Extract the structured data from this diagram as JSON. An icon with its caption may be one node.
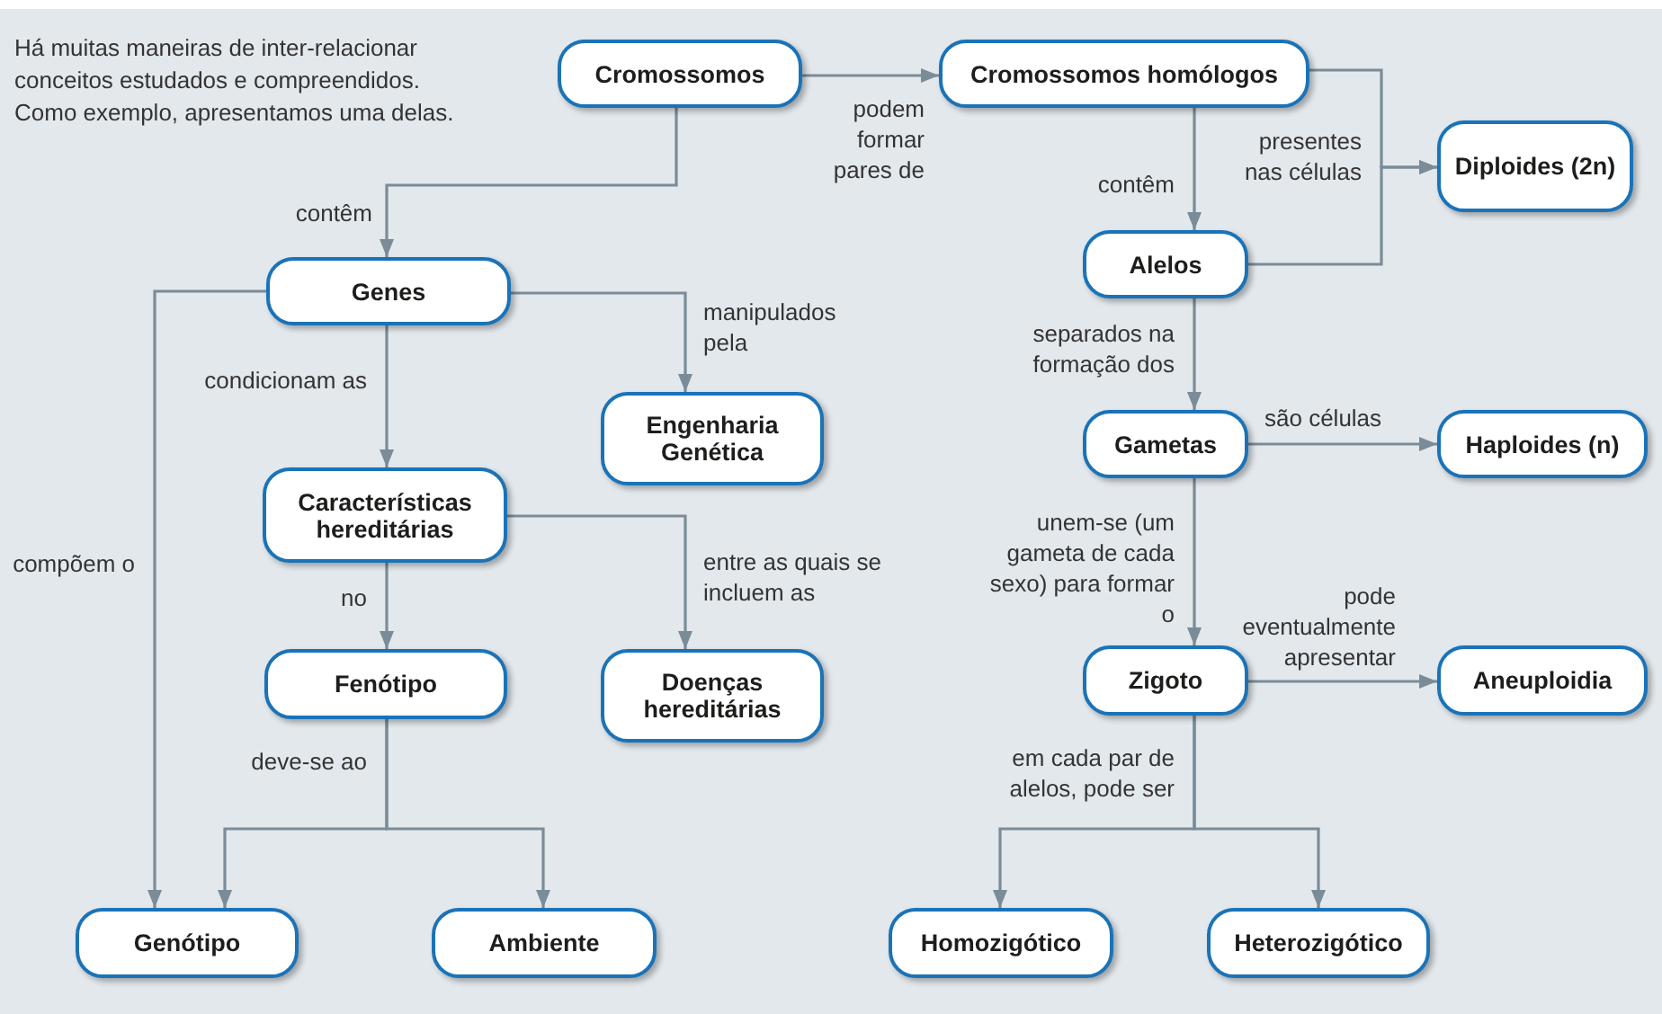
{
  "diagram": {
    "nodes": [
      {
        "text": [
          "Cromossomos"
        ]
      },
      {
        "text": [
          "Cromossomos homólogos"
        ]
      },
      {
        "text": [
          "Diploides (2n)"
        ]
      },
      {
        "text": [
          "Alelos"
        ]
      },
      {
        "text": [
          "Genes"
        ]
      },
      {
        "text": [
          "Engenharia Genética"
        ]
      },
      {
        "text": [
          "Gametas"
        ]
      },
      {
        "text": [
          "Haploides (n)"
        ]
      },
      {
        "text": [
          "Características hereditárias"
        ]
      },
      {
        "text": [
          "Fenótipo"
        ]
      },
      {
        "text": [
          "Doenças hereditárias"
        ]
      },
      {
        "text": [
          "Zigoto"
        ]
      },
      {
        "text": [
          "Aneuploidia"
        ]
      },
      {
        "text": [
          "Genótipo"
        ]
      },
      {
        "text": [
          "Ambiente"
        ]
      },
      {
        "text": [
          "Homozigótico"
        ]
      },
      {
        "text": [
          "Heterozigótico"
        ]
      }
    ],
    "edges": [
      {
        "from": 0,
        "to": 4,
        "arrow": "to",
        "label": "contêm"
      },
      {
        "from": 0,
        "to": 1,
        "arrow": "to",
        "label": "podem formar pares de"
      },
      {
        "from": 1,
        "to": 3,
        "arrow": "to",
        "label": "contêm"
      },
      {
        "from": 1,
        "to": 2,
        "arrow": "to",
        "label": "presentes nas células"
      },
      {
        "from": 3,
        "to": 2,
        "arrow": "to"
      },
      {
        "from": 3,
        "to": 6,
        "arrow": "to",
        "label": "separados na formação dos"
      },
      {
        "from": 6,
        "to": 7,
        "arrow": "to",
        "label": "são células"
      },
      {
        "from": 4,
        "to": 5,
        "arrow": "to",
        "label": "manipulados pela"
      },
      {
        "from": 4,
        "to": 8,
        "arrow": "to",
        "label": "condicionam as"
      },
      {
        "from": 4,
        "to": 13,
        "arrow": "to",
        "label": "compõem o"
      },
      {
        "from": 8,
        "to": 10,
        "arrow": "to",
        "label": "entre as quais se incluem as"
      },
      {
        "from": 8,
        "to": 9,
        "arrow": "to",
        "label": "no"
      },
      {
        "from": 9,
        "to": 13,
        "arrow": "to",
        "label": "deve-se ao"
      },
      {
        "from": 9,
        "to": 14,
        "arrow": "to"
      },
      {
        "from": 6,
        "to": 11,
        "arrow": "to",
        "label": "unem-se (um gameta de cada sexo) para formar o"
      },
      {
        "from": 11,
        "to": 12,
        "arrow": "to",
        "label": "pode eventualmente apresentar"
      },
      {
        "from": 11,
        "to": 15,
        "arrow": "to",
        "label": "em cada par de alelos, pode ser"
      },
      {
        "from": 11,
        "to": 16,
        "arrow": "to"
      }
    ],
    "labels": [
      "Há muitas maneiras de inter-relacionar conceitos estudados e compreendidos. Como exemplo, apresentamos uma delas."
    ]
  }
}
